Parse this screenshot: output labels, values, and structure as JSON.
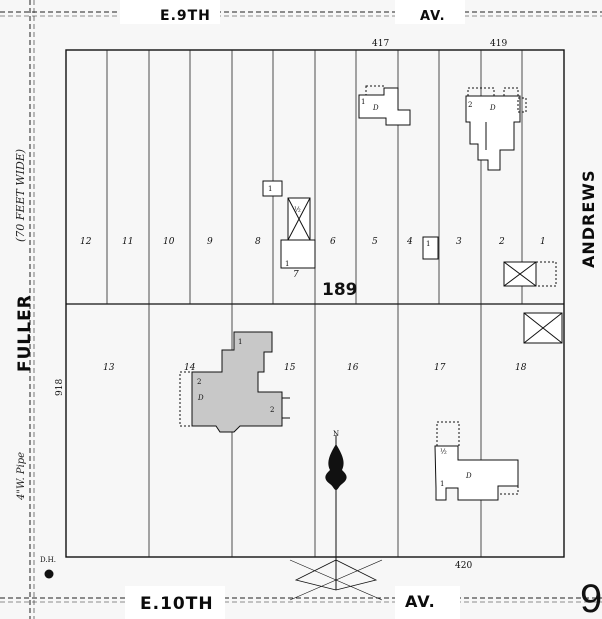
{
  "streets": {
    "north": "E.9TH",
    "north_av": "AV.",
    "south": "E.10TH",
    "south_av": "AV.",
    "west": "FULLER",
    "east": "ANDREWS",
    "west_width": "(70 FEET WIDE)",
    "pipe": "4\"W. Pipe"
  },
  "block_number": "189",
  "addresses": {
    "a417": "417",
    "a419": "419",
    "a420": "420",
    "a918": "918"
  },
  "lots_north": [
    "12",
    "11",
    "10",
    "9",
    "8",
    "7",
    "6",
    "5",
    "4",
    "3",
    "2",
    "1"
  ],
  "lots_south": [
    "13",
    "14",
    "15",
    "16",
    "17",
    "18"
  ],
  "hydrant_label": "D.H.",
  "compass_label": "N",
  "edge_numeral": "9",
  "building_marks": {
    "dwelling": "D",
    "story_2": "2",
    "story_1": "1",
    "story_half": "½"
  },
  "colors": {
    "paper": "#f7f7f7",
    "ink": "#111111",
    "brick_fill": "#c8c8c8"
  }
}
